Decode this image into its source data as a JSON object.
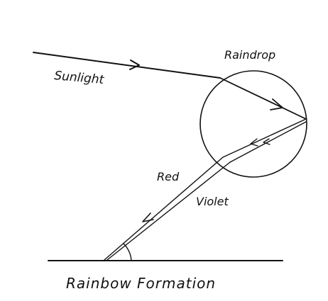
{
  "labels": {
    "sunlight": "Sunlight",
    "raindrop": "Raindrop",
    "red": "Red",
    "violet": "Violet",
    "caption": "Rainbow Formation"
  },
  "colors": {
    "ink": "#111111",
    "background": "#ffffff"
  }
}
